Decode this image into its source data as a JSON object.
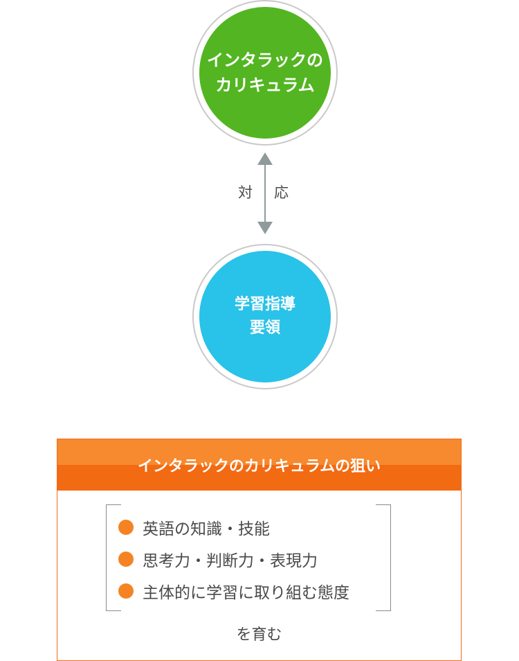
{
  "circles": {
    "top": {
      "line1": "インタラックの",
      "line2": "カリキュラム",
      "color": "#53b522"
    },
    "bottom": {
      "line1": "学習指導",
      "line2": "要領",
      "color": "#29c2e8"
    }
  },
  "relation": {
    "left": "対",
    "right": "応",
    "arrow_color": "#8f9a9a"
  },
  "aims": {
    "title": "インタラックのカリキュラムの狙い",
    "items": [
      "英語の知識・技能",
      "思考力・判断力・表現力",
      "主体的に学習に取り組む態度"
    ],
    "footer": "を育む",
    "accent_color": "#f26a12",
    "dot_color": "#f58324"
  }
}
